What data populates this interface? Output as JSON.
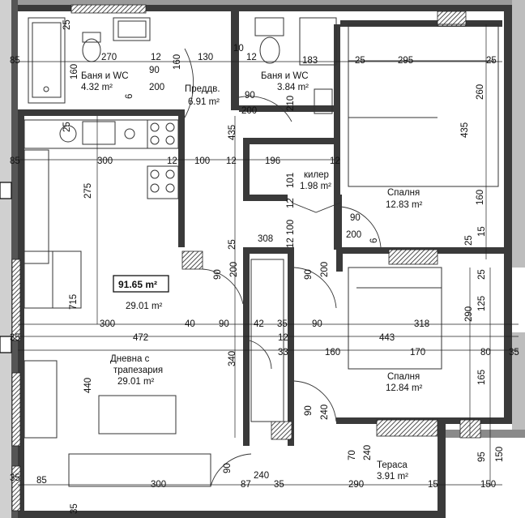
{
  "total_area": "91.65 m²",
  "rooms": {
    "bath1": {
      "name": "Баня и WC",
      "area": "4.32 m²"
    },
    "bath2": {
      "name": "Баня и WC",
      "area": "3.84 m²"
    },
    "hall": {
      "name": "Преддв.",
      "area": "6.91 m²"
    },
    "closet": {
      "name": "килер",
      "area": "1.98 m²"
    },
    "bedroom1": {
      "name": "Спалня",
      "area": "12.83 m²"
    },
    "living": {
      "name": "Дневна с трапезария",
      "area": "29.01 m²"
    },
    "living_total_area": "29.01 m²",
    "bedroom2": {
      "name": "Спалня",
      "area": "12.84 m²"
    },
    "terrace": {
      "name": "Тераса",
      "area": "3.91 m²"
    }
  },
  "dims": {
    "d25a": "25",
    "d270": "270",
    "d12a": "12",
    "d160a": "160",
    "d130": "130",
    "d10": "10",
    "d12b": "12",
    "d183": "183",
    "d25b": "25",
    "d295": "295",
    "d25c": "25",
    "d85a": "85",
    "d160b": "160",
    "d90a": "90",
    "d200a": "200",
    "d6a": "6",
    "d90b": "90",
    "d210": "210",
    "d200b": "200",
    "d260": "260",
    "d435a": "435",
    "d435b": "435",
    "d25d": "25",
    "d300a": "300",
    "d12c": "12",
    "d100a": "100",
    "d12d": "12",
    "d196": "196",
    "d12e": "12",
    "d85b": "85",
    "d101": "101",
    "d12f": "12",
    "d275": "275",
    "d160c": "160",
    "d90c": "90",
    "d200c": "200",
    "d6b": "6",
    "d25e": "25",
    "d15a": "15",
    "d100b": "100",
    "d12g": "12",
    "d25f": "25",
    "d308": "308",
    "d90d": "90",
    "d200d": "200",
    "d90e": "90",
    "d200e": "200",
    "d25g": "25",
    "d125": "125",
    "d715": "715",
    "d290a": "290",
    "d300b": "300",
    "d40": "40",
    "d90f": "90",
    "d42": "42",
    "d35a": "35",
    "d90g": "90",
    "d318": "318",
    "d472": "472",
    "d12h": "12",
    "d443": "443",
    "d35b": "35",
    "d340": "340",
    "d33": "33",
    "d160d": "160",
    "d170": "170",
    "d80": "80",
    "d35c": "35",
    "d165": "165",
    "d440": "440",
    "d90h": "90",
    "d240a": "240",
    "d70": "70",
    "d240b": "240",
    "d95": "95",
    "d150a": "150",
    "d85c": "85",
    "d90i": "90",
    "d240c": "240",
    "d300c": "300",
    "d87": "87",
    "d35d": "35",
    "d290b": "290",
    "d15b": "15",
    "d150b": "150",
    "d35e": "35",
    "d35f": "35"
  },
  "colors": {
    "wall": "#3a3a3a",
    "hatch": "#444444",
    "paper": "#ffffff"
  }
}
